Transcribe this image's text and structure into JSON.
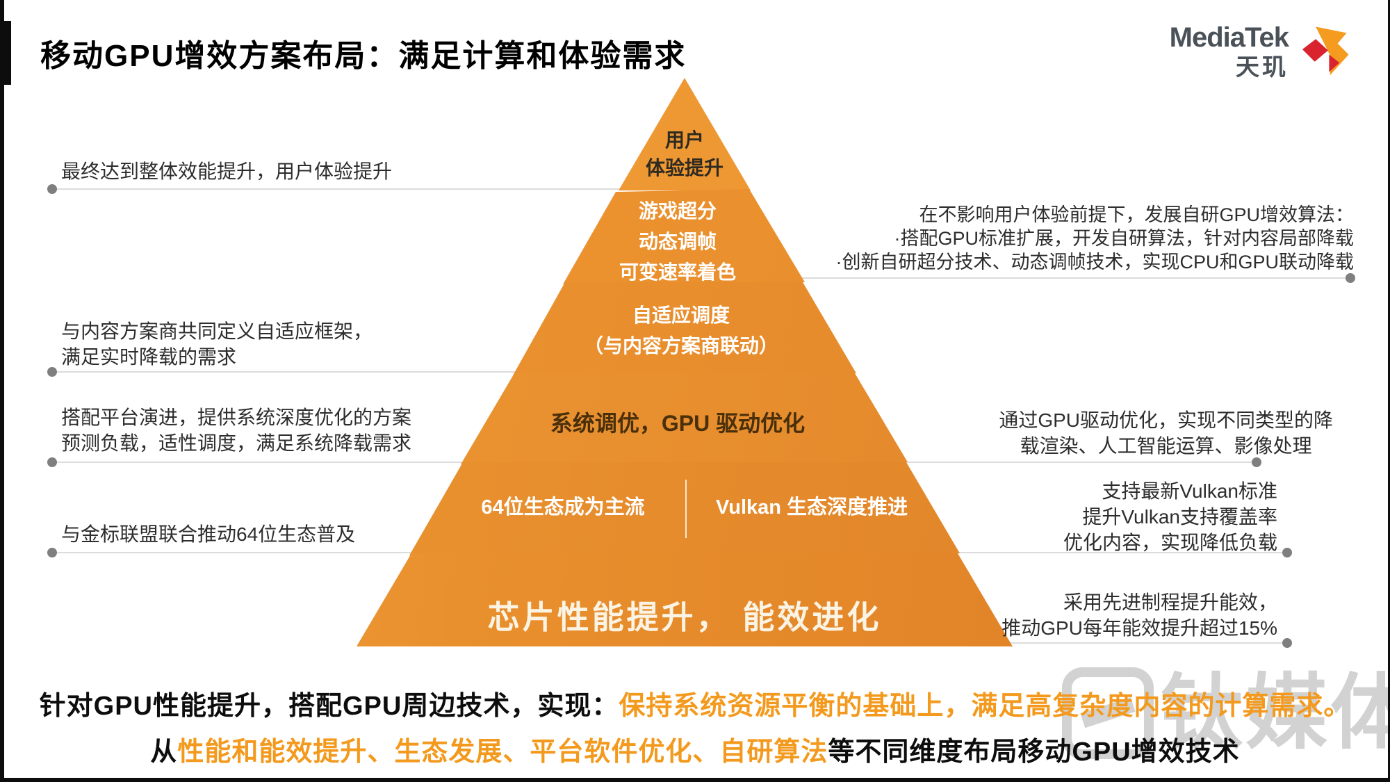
{
  "slide": {
    "title": "移动GPU增效方案布局：满足计算和体验需求"
  },
  "logo": {
    "brand": "MediaTek",
    "sub_brand": "天玑"
  },
  "pyramid": {
    "layers": [
      {
        "label": "用户\n体验提升"
      },
      {
        "label": "游戏超分\n动态调帧\n可变速率着色"
      },
      {
        "label": "自适应调度\n（与内容方案商联动）"
      },
      {
        "label": "系统调优，GPU 驱动优化"
      },
      {
        "label_left": "64位生态成为主流",
        "label_right": "Vulkan 生态深度推进"
      },
      {
        "label": "芯片性能提升， 能效进化"
      }
    ]
  },
  "left_annotations": [
    {
      "text": "最终达到整体效能提升，用户体验提升"
    },
    {
      "text": "与内容方案商共同定义自适应框架，\n满足实时降载的需求"
    },
    {
      "text": "搭配平台演进，提供系统深度优化的方案\n预测负载，适性调度，满足系统降载需求"
    },
    {
      "text": "与金标联盟联合推动64位生态普及"
    }
  ],
  "right_annotations": [
    {
      "text": "在不影响用户体验前提下，发展自研GPU增效算法：\n·搭配GPU标准扩展，开发自研算法，针对内容局部降载\n·创新自研超分技术、动态调帧技术，实现CPU和GPU联动降载"
    },
    {
      "text": "通过GPU驱动优化，实现不同类型的降\n载渲染、人工智能运算、影像处理"
    },
    {
      "text": "支持最新Vulkan标准\n提升Vulkan支持覆盖率\n优化内容，实现降低负载"
    },
    {
      "text": "采用先进制程提升能效，\n推动GPU每年能效提升超过15%"
    }
  ],
  "summary": {
    "line1_black": "针对GPU性能提升，搭配GPU周边技术，实现：",
    "line1_orange": "保持系统资源平衡的基础上，满足高复杂度内容的计算需求。",
    "line2_black_start": "从",
    "line2_orange": "性能和能效提升、生态发展、平台软件优化、自研算法",
    "line2_black_end": "等不同维度布局移动GPU增效技术"
  },
  "watermark": {
    "text": "钛媒体"
  },
  "colors": {
    "pyramid_orange": "#EC9330",
    "accent_orange": "#F39A1E",
    "connector_line_gray": "#DCDCDC",
    "connector_dot_gray": "#7F7F7F",
    "logo_slate": "#4A5158"
  }
}
